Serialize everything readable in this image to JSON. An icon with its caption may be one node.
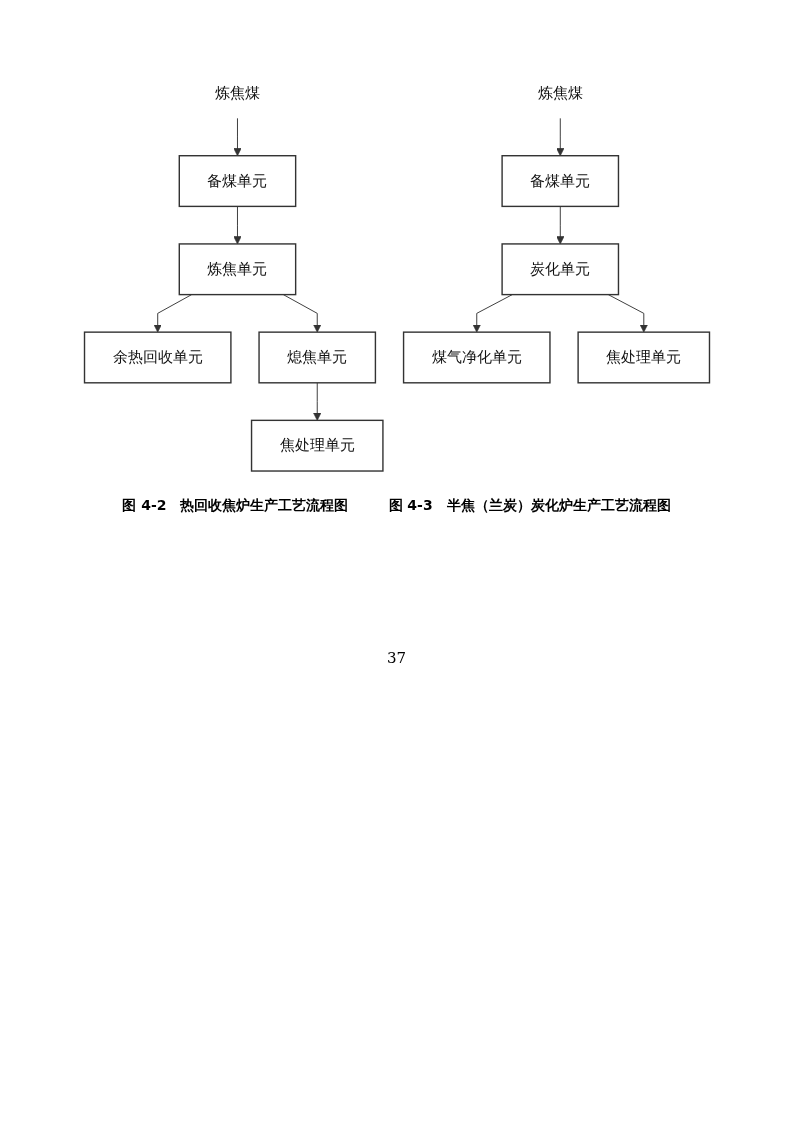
{
  "diagram": {
    "nodes": [
      {
        "text": [
          "炼焦煤"
        ]
      },
      {
        "text": [
          "备煤单元"
        ]
      },
      {
        "text": [
          "炼焦单元"
        ]
      },
      {
        "text": [
          "余热回收单元"
        ]
      },
      {
        "text": [
          "熄焦单元"
        ]
      },
      {
        "text": [
          "焦处理单元"
        ]
      },
      {
        "text": [
          "炼焦煤"
        ]
      },
      {
        "text": [
          "备煤单元"
        ]
      },
      {
        "text": [
          "炭化单元"
        ]
      },
      {
        "text": [
          "煤气净化单元"
        ]
      },
      {
        "text": [
          "焦处理单元"
        ]
      }
    ],
    "edges": [
      {
        "from": 0,
        "to": 1,
        "arrow": "to"
      },
      {
        "from": 1,
        "to": 2,
        "arrow": "to"
      },
      {
        "from": 2,
        "to": 3,
        "arrow": "to"
      },
      {
        "from": 2,
        "to": 4,
        "arrow": "to"
      },
      {
        "from": 4,
        "to": 5,
        "arrow": "to"
      },
      {
        "from": 6,
        "to": 7,
        "arrow": "to"
      },
      {
        "from": 7,
        "to": 8,
        "arrow": "to"
      },
      {
        "from": 8,
        "to": 9,
        "arrow": "to"
      },
      {
        "from": 8,
        "to": 10,
        "arrow": "to"
      }
    ],
    "labels": [
      "图 4-2　热回收焦炉生产工艺流程图",
      "图 4-3　半焦（兰炭）炭化炉生产工艺流程图",
      "37"
    ]
  }
}
